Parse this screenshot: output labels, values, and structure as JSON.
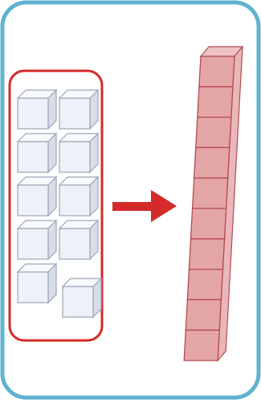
{
  "colors": {
    "frame_border": "#5fb3cf",
    "group_border": "#d42a2a",
    "arrow": "#d42a2a",
    "cube_face": "#eef1f7",
    "cube_top": "#f9fafd",
    "cube_side": "#d8dde8",
    "cube_edge": "#9aa6b8",
    "rod_fill": "#e4a5a7",
    "rod_edge": "#b34b50",
    "rod_top": "#efc2c3"
  },
  "diagram": {
    "loose_cubes": {
      "rows": 5,
      "columns": 2,
      "count": 10
    },
    "rod": {
      "cube_count": 10
    },
    "arrow_icon": "right-arrow-icon"
  }
}
